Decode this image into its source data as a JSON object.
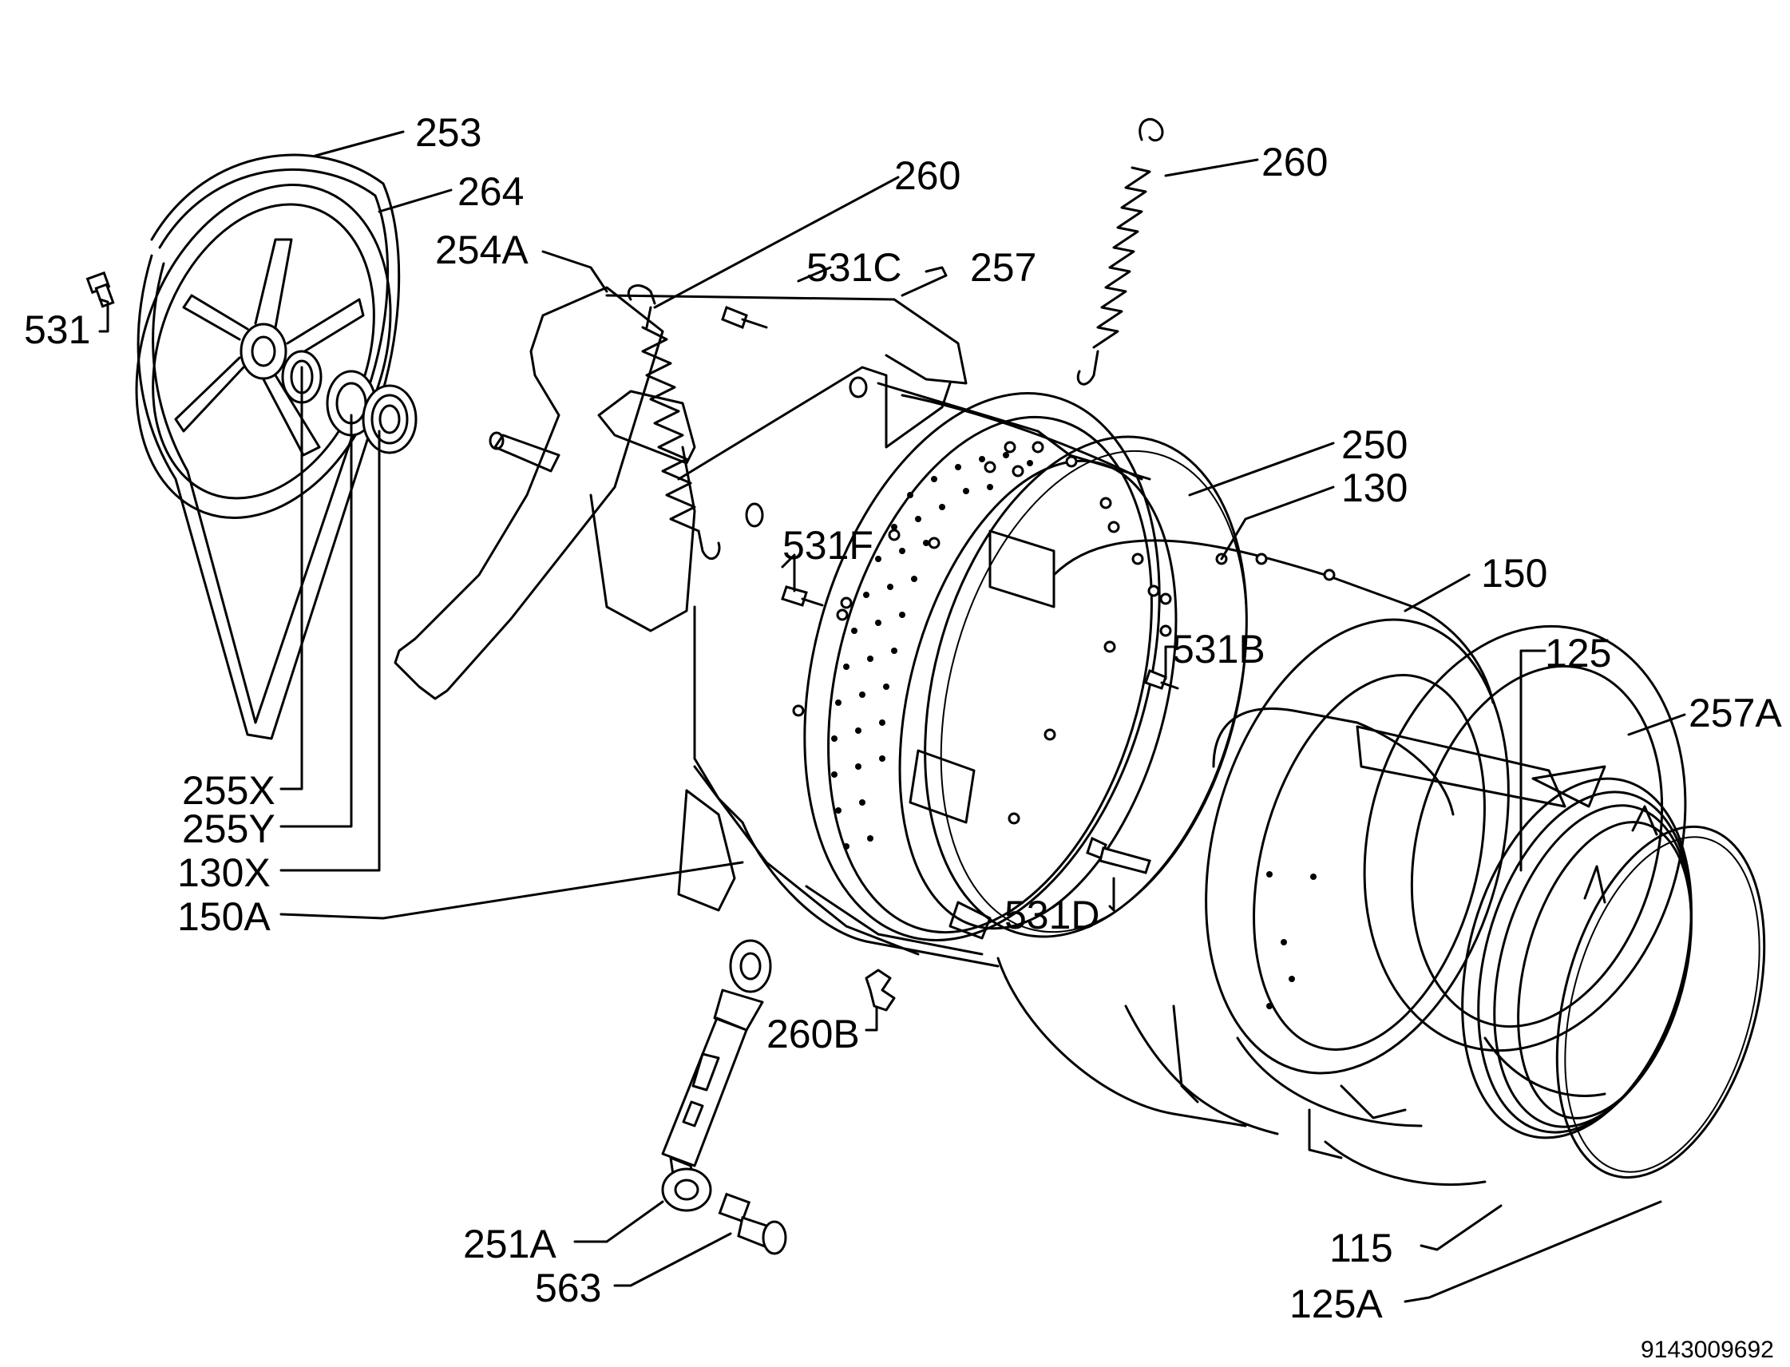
{
  "labels": {
    "p253": "253",
    "p264": "264",
    "p531": "531",
    "p254A": "254A",
    "p260a": "260",
    "p531C": "531C",
    "p257": "257",
    "p260b": "260",
    "p250": "250",
    "p130": "130",
    "p531F": "531F",
    "p150": "150",
    "p531B": "531B",
    "p125": "125",
    "p257A": "257A",
    "p255X": "255X",
    "p255Y": "255Y",
    "p130X": "130X",
    "p150A": "150A",
    "p531D": "531D",
    "p260B": "260B",
    "p251A": "251A",
    "p563": "563",
    "p115": "115",
    "p125A": "125A"
  },
  "document_code": "9143009692"
}
